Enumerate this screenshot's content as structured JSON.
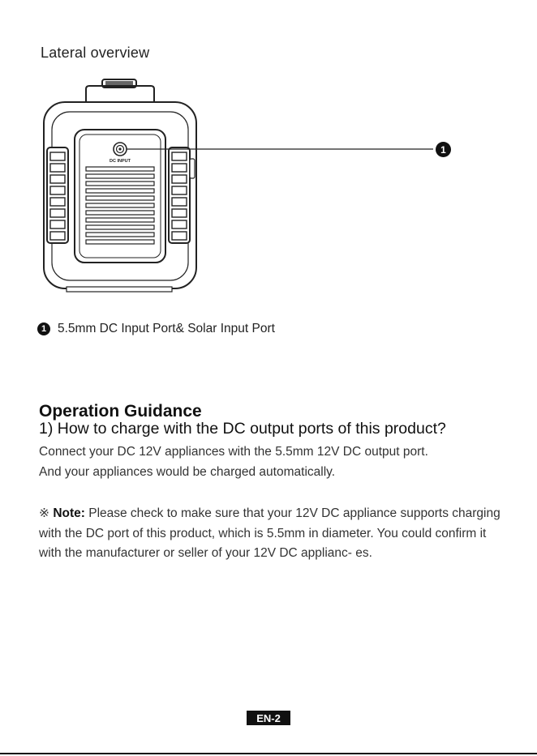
{
  "section_title": "Lateral overview",
  "diagram": {
    "port_label": "DC INPUT",
    "callout_number": "1"
  },
  "legend": {
    "number": "1",
    "text": "5.5mm DC Input Port& Solar Input Port"
  },
  "operation_title": "Operation Guidance",
  "question_title": "1) How to charge with the DC output ports of this product?",
  "body_lines": [
    "Connect your DC 12V appliances with the 5.5mm 12V DC output port.",
    "And your appliances would be charged automatically."
  ],
  "note": {
    "symbol": "※",
    "label": "Note:",
    "text": " Please check to make sure that your 12V DC appliance supports charging with the DC port of this product, which is 5.5mm in diameter. You could confirm it with the manufacturer or seller of your 12V DC applianc- es."
  },
  "page_number": "EN-2"
}
